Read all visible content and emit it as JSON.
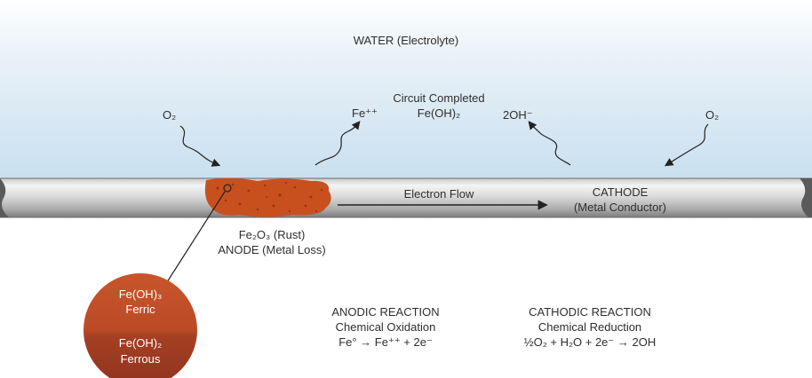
{
  "water_label": "WATER (Electrolyte)",
  "circuit": {
    "line1": "Circuit Completed",
    "line2": "Fe(OH)₂"
  },
  "ions": {
    "o2_left": "O₂",
    "fe": "Fe⁺⁺",
    "oh": "2OH⁻",
    "o2_right": "O₂"
  },
  "pipe": {
    "electron_flow": "Electron Flow",
    "cathode_title": "CATHODE",
    "cathode_sub": "(Metal Conductor)"
  },
  "anode": {
    "line1": "Fe₂O₃ (Rust)",
    "line2": "ANODE (Metal Loss)"
  },
  "detail_circle": {
    "top_line1": "Fe(OH)₃",
    "top_line2": "Ferric",
    "bottom_line1": "Fe(OH)₂",
    "bottom_line2": "Ferrous"
  },
  "anodic_reaction": {
    "title": "ANODIC REACTION",
    "subtitle": "Chemical Oxidation",
    "equation": "Fe° → Fe⁺⁺ + 2e⁻"
  },
  "cathodic_reaction": {
    "title": "CATHODIC REACTION",
    "subtitle": "Chemical Reduction",
    "equation": "½O₂ + H₂O + 2e⁻ → 2OH"
  },
  "colors": {
    "water_top": "#ffffff",
    "water_bottom": "#c8dfef",
    "pipe_light": "#e9e9e9",
    "pipe_dark": "#8a8a8a",
    "rust": "#c8501e",
    "ferric": "#c25229",
    "ferrous": "#9b3a22"
  }
}
